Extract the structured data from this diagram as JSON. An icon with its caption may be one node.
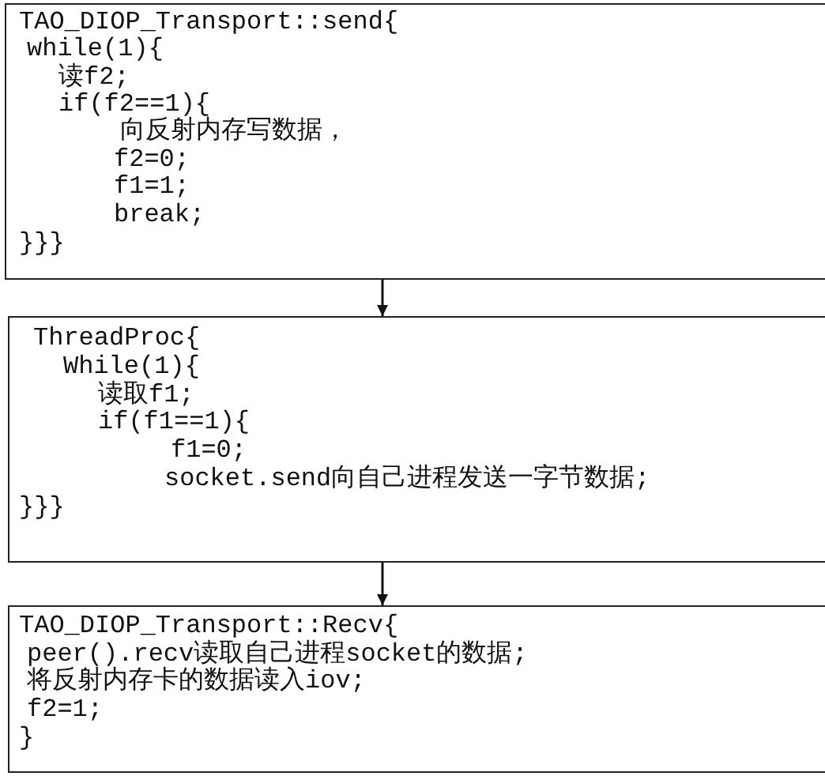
{
  "diagram": {
    "nodes": [
      {
        "text": [
          "TAO_DIOP_Transport::send{",
          "while(1){",
          "读f2;",
          "if(f2==1){",
          "向反射内存写数据，",
          "f2=0;",
          "f1=1;",
          "break;",
          "}}}"
        ]
      },
      {
        "text": [
          "ThreadProc{",
          "While(1){",
          "读取f1;",
          "if(f1==1){",
          "f1=0;",
          "socket.send向自己进程发送一字节数据;",
          "}}}"
        ]
      },
      {
        "text": [
          "TAO_DIOP_Transport::Recv{",
          "peer().recv读取自己进程socket的数据;",
          "将反射内存卡的数据读入iov;",
          "f2=1;",
          "}"
        ]
      }
    ],
    "edges": [
      {
        "from": 0,
        "to": 1,
        "arrow": "to"
      },
      {
        "from": 1,
        "to": 2,
        "arrow": "to"
      }
    ]
  }
}
